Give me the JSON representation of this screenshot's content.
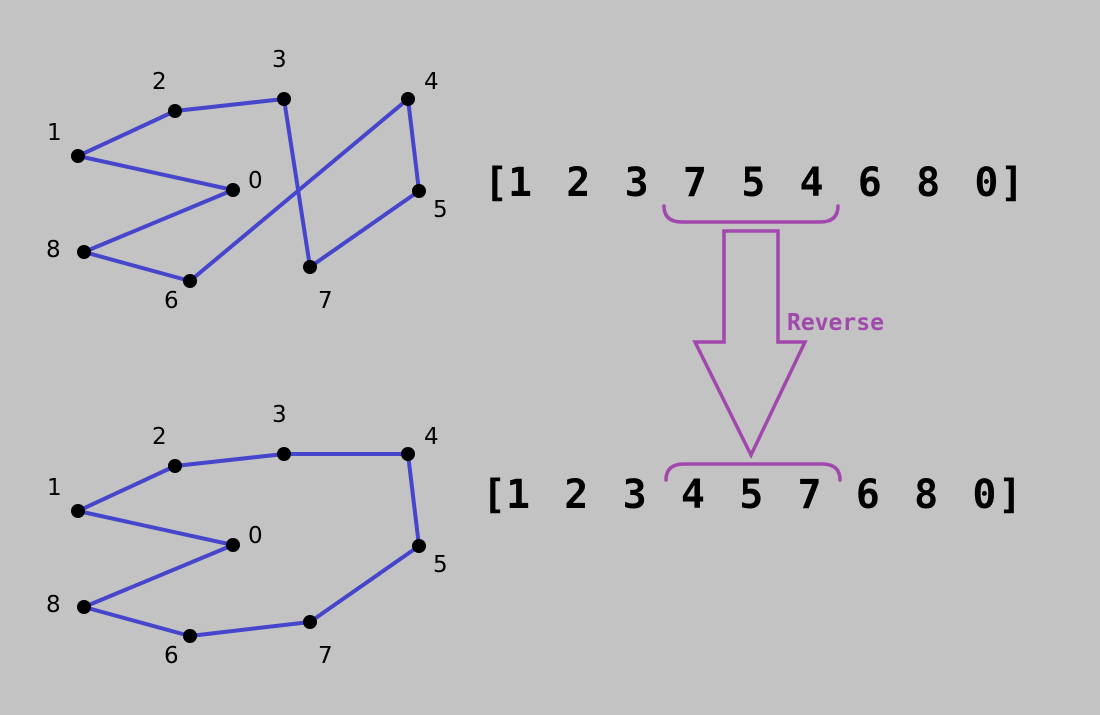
{
  "colors": {
    "background": "#c3c3c3",
    "edge": "#4646cc",
    "node": "#000000",
    "annotation": "#a148ad"
  },
  "before_graph": {
    "nodes": [
      "0",
      "1",
      "2",
      "3",
      "4",
      "5",
      "6",
      "7",
      "8"
    ],
    "edges": [
      [
        "1",
        "2"
      ],
      [
        "2",
        "3"
      ],
      [
        "3",
        "7"
      ],
      [
        "7",
        "5"
      ],
      [
        "5",
        "4"
      ],
      [
        "4",
        "6"
      ],
      [
        "6",
        "8"
      ],
      [
        "8",
        "0"
      ],
      [
        "0",
        "1"
      ]
    ]
  },
  "after_graph": {
    "nodes": [
      "0",
      "1",
      "2",
      "3",
      "4",
      "5",
      "6",
      "7",
      "8"
    ],
    "edges": [
      [
        "1",
        "2"
      ],
      [
        "2",
        "3"
      ],
      [
        "3",
        "4"
      ],
      [
        "4",
        "5"
      ],
      [
        "5",
        "7"
      ],
      [
        "7",
        "6"
      ],
      [
        "6",
        "8"
      ],
      [
        "8",
        "0"
      ],
      [
        "0",
        "1"
      ]
    ]
  },
  "array_before": {
    "open": "[",
    "items": [
      "1",
      "2",
      "3",
      "7",
      "5",
      "4",
      "6",
      "8",
      "0"
    ],
    "close": "]"
  },
  "array_after": {
    "open": "[",
    "items": [
      "1",
      "2",
      "3",
      "4",
      "5",
      "7",
      "6",
      "8",
      "0"
    ],
    "close": "]"
  },
  "reversed_segment": {
    "before": [
      "7",
      "5",
      "4"
    ],
    "after": [
      "4",
      "5",
      "7"
    ]
  },
  "arrow_label": "Reverse"
}
